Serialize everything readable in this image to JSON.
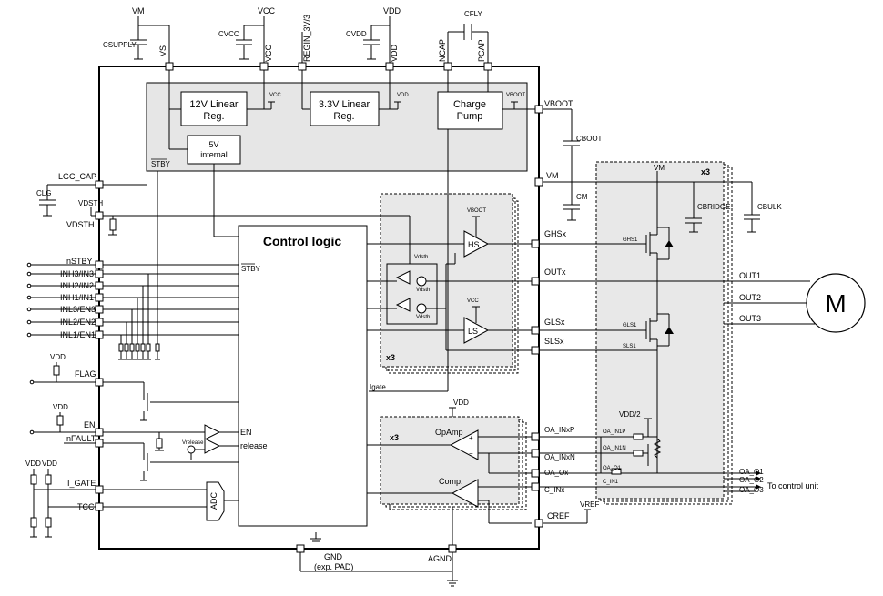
{
  "supplies": {
    "vm": "VM",
    "vcc": "VCC",
    "vdd": "VDD",
    "cfly": "CFLY",
    "csupply": "CSUPPLY",
    "cvcc": "CVCC",
    "cvdd": "CVDD",
    "cboot": "CBOOT",
    "cm": "CM",
    "cbridge": "CBRIDGE",
    "cbulk": "CBULK",
    "clg": "CLG",
    "vdsth_ref": "VDSTH",
    "vboot": "VBOOT",
    "vdd2": "VDD/2",
    "vref": "VREF",
    "vdd_flag": "VDD",
    "vdd_en": "VDD",
    "vdd_igate1": "VDD",
    "vdd_igate2": "VDD",
    "vdd_opamp": "VDD",
    "vcc_ls": "VCC",
    "vboot_hs": "VBOOT"
  },
  "top_pins": {
    "vs": "VS",
    "vcc": "VCC",
    "regin": "REGIN_3V/3",
    "vdd": "VDD",
    "ncap": "NCAP",
    "pcap": "PCAP"
  },
  "blocks": {
    "reg12_line1": "12V Linear",
    "reg12_line2": "Reg.",
    "reg33_line1": "3.3V Linear",
    "reg33_line2": "Reg.",
    "cp_line1": "Charge",
    "cp_line2": "Pump",
    "int5_line1": "5V",
    "int5_line2": "internal",
    "stby": "STBY",
    "control_logic": "Control logic",
    "stby_logic": "STBY",
    "hs": "HS",
    "ls": "LS",
    "x3_gate": "x3",
    "x3_bridge": "x3",
    "x3_opamp": "x3",
    "opamp": "OpAmp",
    "comp": "Comp.",
    "adc": "ADC",
    "igate": "Igate",
    "en_logic": "EN",
    "release": "release",
    "vcc_small": "VCC",
    "vdd_small": "VDD",
    "vboot_small": "VBOOT",
    "vdsth_small": "Vdsth",
    "vdsth2_small": "Vdsth",
    "vdsth3_small": "Vdsth",
    "vrelease_small": "Vrelease"
  },
  "left_pins": {
    "lgc_cap": "LGC_CAP",
    "vdsth": "VDSTH",
    "nstby": "nSTBY",
    "inh3": "INH3/IN3",
    "inl2": "INH2/IN2",
    "inh1": "INH1/IN1",
    "inl3": "INL3/EN3",
    "inl2b": "INL2/EN2",
    "inl1": "INL1/EN1",
    "flag": "FLAG",
    "en": "EN",
    "nfault": "nFAULT",
    "igate": "I_GATE",
    "tcc": "TCC"
  },
  "right_pins": {
    "vboot": "VBOOT",
    "vm": "VM",
    "ghsx": "GHSx",
    "outx": "OUTx",
    "glsx": "GLSx",
    "slsx": "SLSx",
    "oa_inxp": "OA_INxP",
    "oa_inxn": "OA_INxN",
    "oa_ox": "OA_Ox",
    "c_inx": "C_INx",
    "cref": "CREF"
  },
  "bottom_pins": {
    "gnd_line1": "GND",
    "gnd_line2": "(exp. PAD)",
    "agnd": "AGND"
  },
  "bridge": {
    "ghs1": "GHS1",
    "gls1": "GLS1",
    "sls1": "SLS1",
    "out1": "OUT1",
    "out2": "OUT2",
    "out3": "OUT3",
    "oa_inp_small": "OA_IN1P",
    "oa_inn_small": "OA_IN1N",
    "oa_o_small": "OA_O1",
    "c_in_small": "C_IN1",
    "oa_o1": "OA_O1",
    "oa_o2": "OA_O2",
    "oa_o3": "OA_O3",
    "to_control": "To control unit",
    "motor": "M"
  }
}
